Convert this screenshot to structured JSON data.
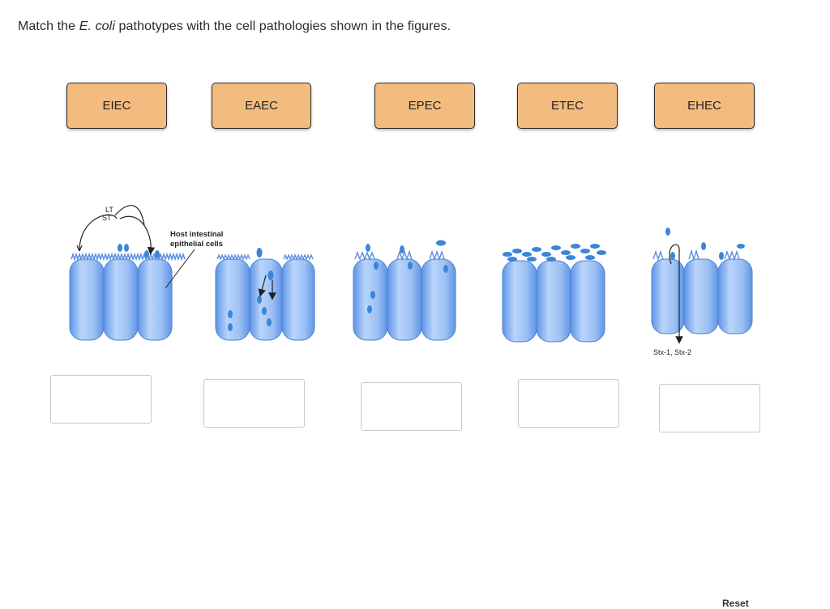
{
  "question": {
    "prefix": "Match the ",
    "organism": "E. coli",
    "suffix": " pathotypes with the cell pathologies shown in the figures."
  },
  "chips": [
    {
      "label": "EIEC"
    },
    {
      "label": "EAEC"
    },
    {
      "label": "EPEC"
    },
    {
      "label": "ETEC"
    },
    {
      "label": "EHEC"
    }
  ],
  "figures": {
    "fig1": {
      "lt": "LT",
      "st": "ST",
      "cells_line1": "Host intestinal",
      "cells_line2": "epithelial cells"
    },
    "fig5": {
      "toxins": "Stx-1, Stx-2"
    }
  },
  "colors": {
    "chip": "#f2bb7f",
    "cell": "#8fb8f0",
    "bacteria": "#3a86d8"
  },
  "reset_label": "Reset"
}
